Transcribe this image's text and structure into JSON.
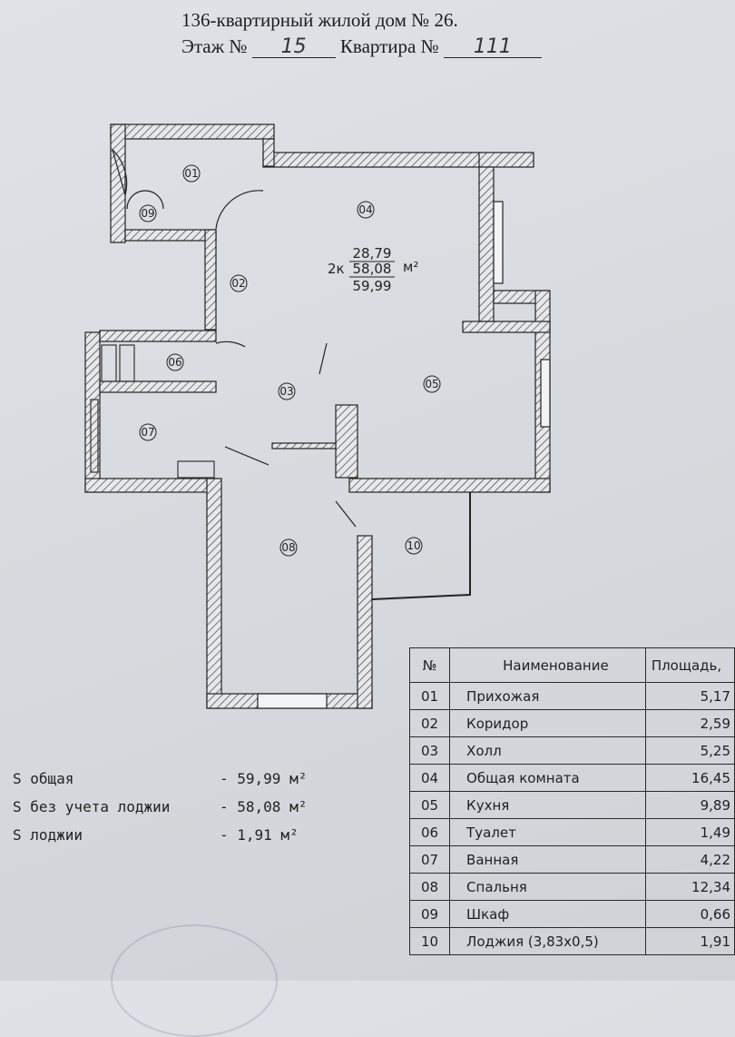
{
  "header": {
    "title": "136-квартирный жилой дом № 26.",
    "floor_label": "Этаж №",
    "floor_value": "15",
    "apt_label": "Квартира №",
    "apt_value": "111"
  },
  "plan": {
    "rooms": [
      "01",
      "02",
      "03",
      "04",
      "05",
      "06",
      "07",
      "08",
      "09",
      "10"
    ],
    "area_top": "28,79",
    "area_prefix": "2к",
    "area_mid": "58,08",
    "area_unit": "м²",
    "area_bottom": "59,99"
  },
  "summary": [
    {
      "label": "S общая",
      "value": "- 59,99 м²"
    },
    {
      "label": "S без учета лоджии",
      "value": "- 58,08 м²"
    },
    {
      "label": "S лоджии",
      "value": "- 1,91 м²"
    }
  ],
  "table": {
    "headers": [
      "№",
      "Наименование",
      "Площадь,"
    ],
    "rows": [
      [
        "01",
        "Прихожая",
        "5,17"
      ],
      [
        "02",
        "Коридор",
        "2,59"
      ],
      [
        "03",
        "Холл",
        "5,25"
      ],
      [
        "04",
        "Общая комната",
        "16,45"
      ],
      [
        "05",
        "Кухня",
        "9,89"
      ],
      [
        "06",
        "Туалет",
        "1,49"
      ],
      [
        "07",
        "Ванная",
        "4,22"
      ],
      [
        "08",
        "Спальня",
        "12,34"
      ],
      [
        "09",
        "Шкаф",
        "0,66"
      ],
      [
        "10",
        "Лоджия (3,83х0,5)",
        "1,91"
      ]
    ]
  },
  "colors": {
    "paper": "#d8dbdf",
    "ink": "#222222"
  }
}
